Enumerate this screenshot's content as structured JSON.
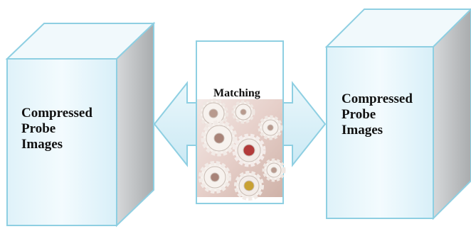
{
  "diagram": {
    "left_box": {
      "lines": [
        "Compressed",
        "Probe",
        "Images"
      ]
    },
    "center": {
      "label": "Matching",
      "image": "gears-image"
    },
    "right_box": {
      "lines": [
        "Compressed",
        "Probe",
        "Images"
      ]
    },
    "arrow": "double-headed-arrow"
  },
  "colors": {
    "box_front": "#e4f4fa",
    "box_edge": "#8ecfe2",
    "box_side": "#c9cbcd",
    "box_top": "#f3fafd",
    "arrow_fill": "#d6eef7"
  }
}
